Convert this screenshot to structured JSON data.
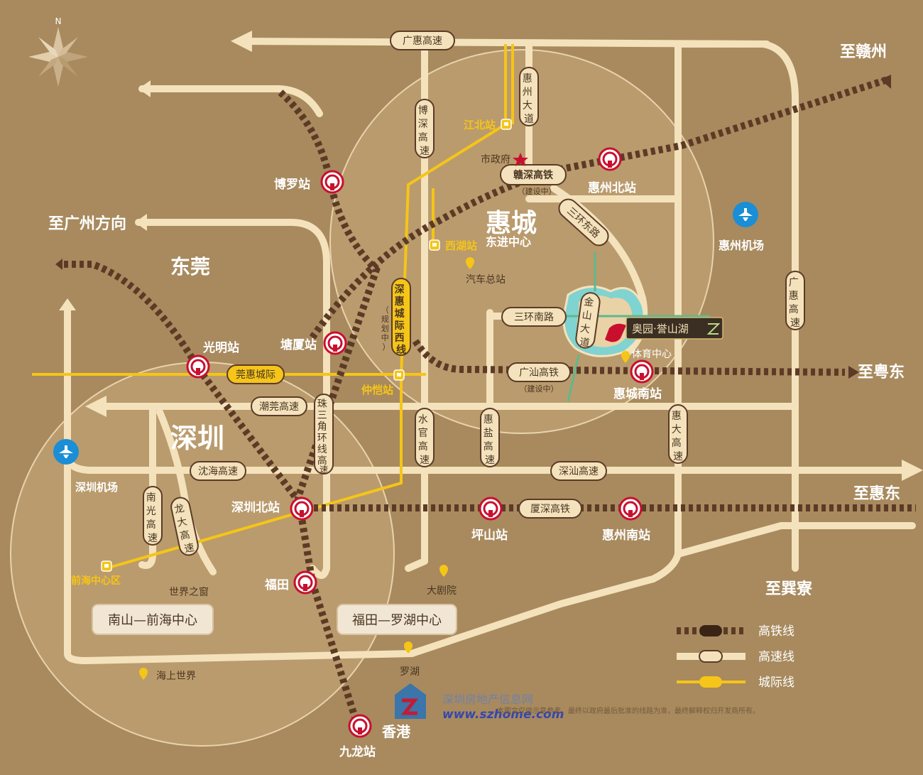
{
  "compass": {
    "north": "N"
  },
  "regions": {
    "dongguan": "东莞",
    "shenzhen": "深圳",
    "huicheng": "惠城",
    "huicheng_sub": "东进中心"
  },
  "directions": {
    "ganzhou": "至赣州",
    "guangzhou": "至广州方向",
    "yuedong": "至粤东",
    "huidong": "至惠东",
    "xunliao": "至巽寮"
  },
  "roads": {
    "guanghui": "广惠高速",
    "boshen": "博深高速",
    "huizhou_dadao": "惠州大道",
    "ganshen": "赣深高铁",
    "ganshen_note": "（建设中）",
    "sanhuan_east": "三环东路",
    "sanhuan_south": "三环南路",
    "jinshan": "金山大道",
    "guangshan": "广汕高铁",
    "guangshan_note": "（建设中）",
    "shenhui_intercity": "深惠城际西线",
    "shenhui_note": "（规划中）",
    "guanhui_intercity": "莞惠城际",
    "chaoguan": "潮莞高速",
    "zhusanjiao": "珠三角环线高速",
    "shuiguan": "水官高速",
    "huiyan": "惠盐高速",
    "huida": "惠大高速",
    "guanghui_east": "广惠高速",
    "yanhai": "沈海高速",
    "shenshan": "深汕高速",
    "xiashen": "厦深高铁",
    "nanguang": "南光高速",
    "longda": "龙大高速"
  },
  "stations": {
    "jiangbei": "江北站",
    "xihu": "西湖站",
    "zhongkai": "仲恺站",
    "qianhai": "前海中心区",
    "boluo": "博罗站",
    "tangxia": "塘厦站",
    "guangming": "光明站",
    "shenzhen_north": "深圳北站",
    "futian": "福田",
    "kowloon": "九龙站",
    "huizhou_north": "惠州北站",
    "huicheng_south": "惠城南站",
    "pingshan": "坪山站",
    "huizhou_south": "惠州南站",
    "hongkong": "香港"
  },
  "pois": {
    "gov": "市政府",
    "bus": "汽车总站",
    "sports": "体育中心",
    "theatre": "大剧院",
    "window": "世界之窗",
    "luohu": "罗湖",
    "seaworld": "海上世界",
    "sz_airport": "深圳机场",
    "hz_airport": "惠州机场"
  },
  "centers": {
    "nanshan": "南山—前海中心",
    "futian": "福田—罗湖中心"
  },
  "project": {
    "name": "奥园·誉山湖"
  },
  "legend": {
    "hsr": "高铁线",
    "expressway": "高速线",
    "intercity": "城际线"
  },
  "watermark": {
    "site_cn": "深圳房地产信息网",
    "site_url": "www.szhome.com",
    "disclaimer": "本图文仅供示意参考，最终以政府最后批准的线路为准，最终解释权归开发商所有。"
  },
  "colors": {
    "background": "#a88a5e",
    "road": "#f4e2bc",
    "hsr_dark": "#5b3b26",
    "intercity": "#f5c518",
    "station_red": "#c8102e",
    "airport_blue": "#1a8ed6"
  }
}
